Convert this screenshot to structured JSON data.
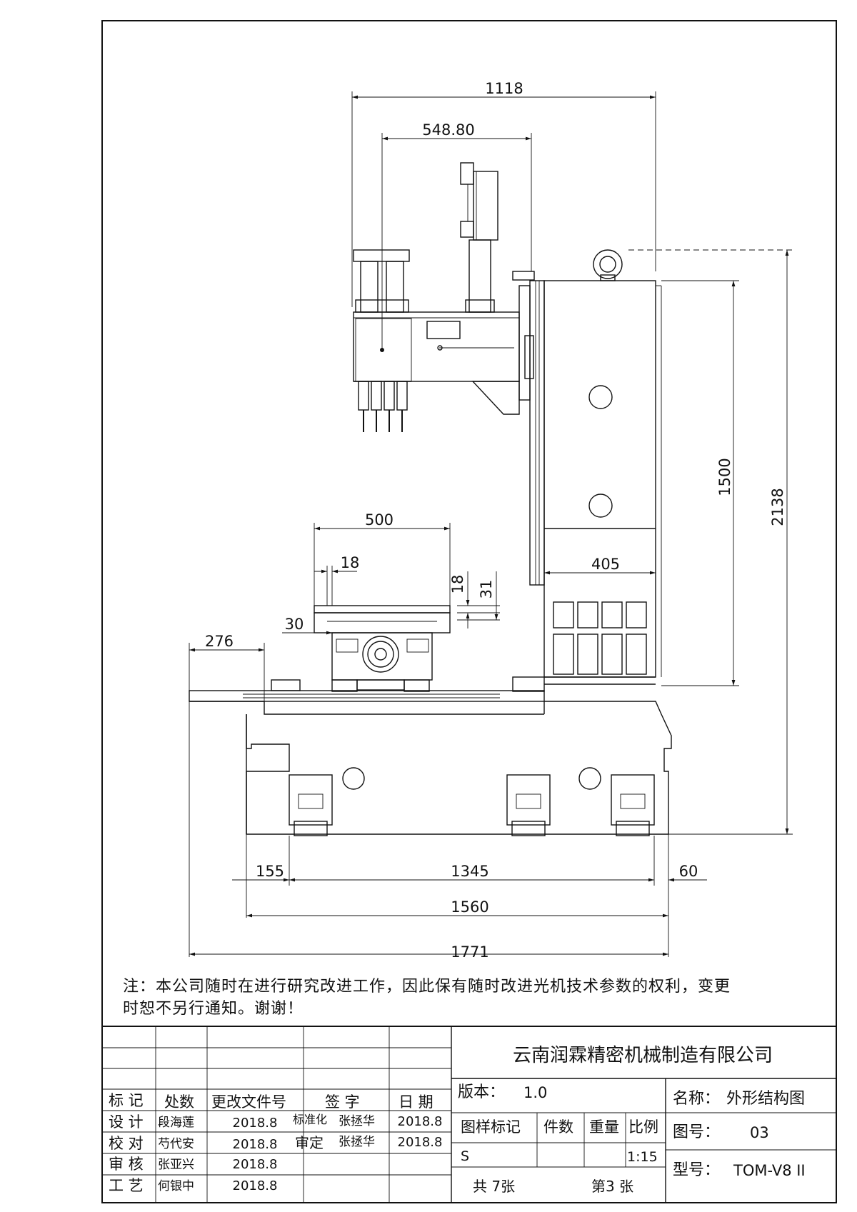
{
  "dimensions": {
    "d1118": "1118",
    "d548": "548.80",
    "d1500": "1500",
    "d2138": "2138",
    "d500": "500",
    "d18a": "18",
    "d18b": "18",
    "d31": "31",
    "d30": "30",
    "d405": "405",
    "d276": "276",
    "d155": "155",
    "d1345": "1345",
    "d60": "60",
    "d1560": "1560",
    "d1771": "1771"
  },
  "note": {
    "line1": "注：本公司随时在进行研究改进工作，因此保有随时改进光机技术参数的权利，变更",
    "line2": "时恕不另行通知。谢谢！"
  },
  "title_block": {
    "company": "云南润霖精密机械制造有限公司",
    "version_label": "版本：",
    "version_value": "1.0",
    "name_label": "名称：",
    "name_value": "外形结构图",
    "drawing_no_label": "图号：",
    "drawing_no_value": "03",
    "model_label": "型号：",
    "model_value": "TOM-V8 II",
    "hdr_mark": "标 记",
    "hdr_count": "处数",
    "hdr_change": "更改文件号",
    "hdr_sign": "签 字",
    "hdr_date": "日 期",
    "row_design": "设 计",
    "row_check": "校 对",
    "row_review": "审 核",
    "row_process": "工 艺",
    "p_design": "段海莲",
    "p_check": "芍代安",
    "p_review": "张亚兴",
    "p_process": "何银中",
    "date1": "2018.8",
    "date2": "2018.8",
    "date3": "2018.8",
    "date4": "2018.8",
    "std_label": "标准化",
    "std_person": "张拯华",
    "std_date": "2018.8",
    "approve_label": "审定",
    "approve_person": "张拯华",
    "approve_date": "2018.8",
    "mark_col": "图样标记",
    "qty_col": "件数",
    "weight_col": "重量",
    "scale_col": "比例",
    "mark_value": "S",
    "scale_value": "1:15",
    "total_sheets": "共 7张",
    "sheet_no": "第3 张"
  }
}
